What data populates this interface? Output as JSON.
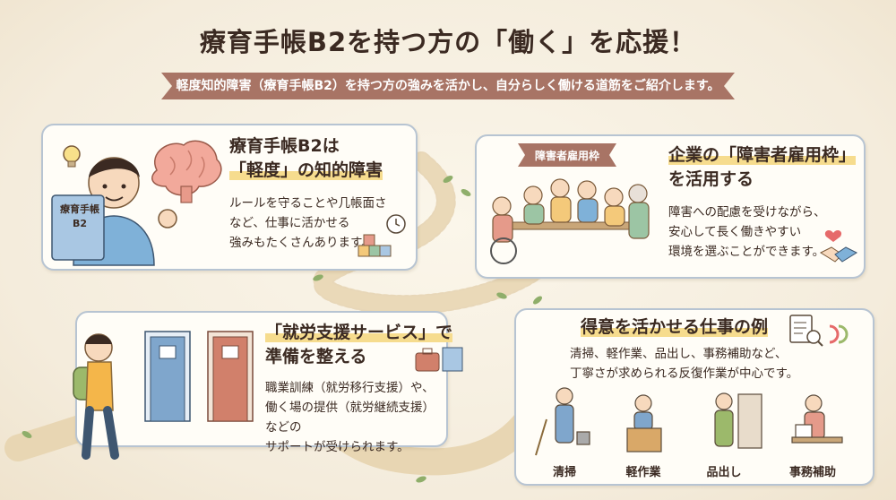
{
  "title": "療育手帳B2を持つ方の「働く」を応援！",
  "subtitle": "軽度知的障害（療育手帳B2）を持つ方の強みを活かし、自分らしく働ける道筋をご紹介します。",
  "card1": {
    "heading1": "療育手帳B2は",
    "heading2": "「軽度」の知的障害",
    "body": [
      "ルールを守ることや几帳面さ",
      "など、仕事に活かせる",
      "強みもたくさんあります。"
    ],
    "book_label1": "療育手帳",
    "book_label2": "B2"
  },
  "card2": {
    "tag": "障害者雇用枠",
    "heading1": "企業の「障害者雇用枠」",
    "heading2": "を活用する",
    "body": [
      "障害への配慮を受けながら、",
      "安心して長く働きやすい",
      "環境を選ぶことができます。"
    ]
  },
  "card3": {
    "heading1": "「就労支援サービス」で",
    "heading2": "準備を整える",
    "body": [
      "職業訓練（就労移行支援）や、",
      "働く場の提供（就労継続支援）などの",
      "サポートが受けられます。"
    ]
  },
  "card4": {
    "heading": "得意を活かせる仕事の例",
    "body": [
      "清掃、軽作業、品出し、事務補助など、",
      "丁寧さが求められる反復作業が中心です。"
    ],
    "jobs": [
      "清掃",
      "軽作業",
      "品出し",
      "事務補助"
    ]
  },
  "colors": {
    "ribbon": "#a87465",
    "card_border": "#b7c4d2",
    "highlight": "#f6dc8e",
    "path": "#e8d6b3"
  }
}
